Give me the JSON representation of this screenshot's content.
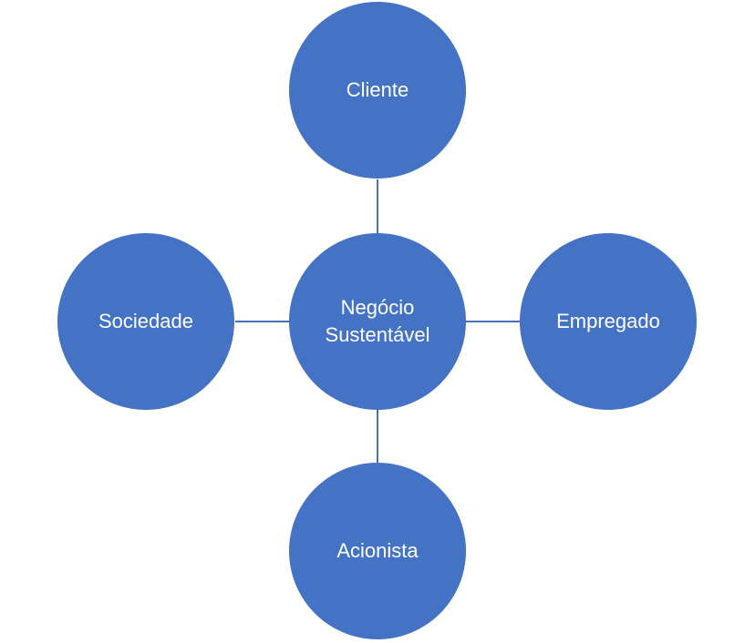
{
  "diagram": {
    "center": {
      "line1": "Negócio",
      "line2": "Sustentável"
    },
    "nodes": {
      "top": "Cliente",
      "right": "Empregado",
      "bottom": "Acionista",
      "left": "Sociedade"
    },
    "colors": {
      "node_fill": "#4472c4",
      "connector": "#4a6fb5",
      "label": "#ffffff"
    }
  }
}
